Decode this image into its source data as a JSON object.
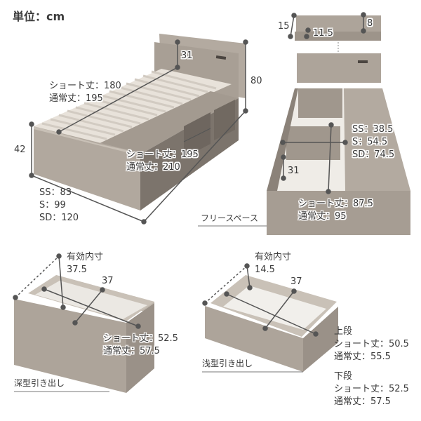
{
  "unit_label": "単位：cm",
  "colors": {
    "wood_light": "#b3aaa0",
    "wood_mid": "#9c938a",
    "wood_dark": "#6e665f",
    "slat": "#f4f1ec",
    "dim_line": "#555555",
    "text": "#3a3a3a"
  },
  "bed_overview": {
    "headboard_height_label": "31",
    "total_height_label": "80",
    "side_height_label": "42",
    "mattress_length": [
      "ショート丈：180",
      "通常丈：195"
    ],
    "bed_length": [
      "ショート丈：195",
      "通常丈：210"
    ],
    "bed_width": [
      "SS：83",
      "S：99",
      "SD：120"
    ]
  },
  "shelf_detail": {
    "height_label": "15",
    "depth_label": "11.5",
    "inner_label": "8"
  },
  "storage_view": {
    "free_space_label": "フリースペース",
    "drop_height_label": "31",
    "storage_width": [
      "SS：38.5",
      "S：54.5",
      "SD：74.5"
    ],
    "storage_length": [
      "ショート丈：87.5",
      "通常丈：95"
    ]
  },
  "deep_drawer": {
    "title": "深型引き出し",
    "inner_label": "有効内寸",
    "inner_height": "37.5",
    "width_label": "37",
    "length": [
      "ショート丈：52.5",
      "通常丈：57.5"
    ]
  },
  "shallow_drawer": {
    "title": "浅型引き出し",
    "inner_label": "有効内寸",
    "inner_height": "14.5",
    "width_label": "37",
    "upper_title": "上段",
    "upper_length": [
      "ショート丈：50.5",
      "通常丈：55.5"
    ],
    "lower_title": "下段",
    "lower_length": [
      "ショート丈：52.5",
      "通常丈：57.5"
    ]
  }
}
